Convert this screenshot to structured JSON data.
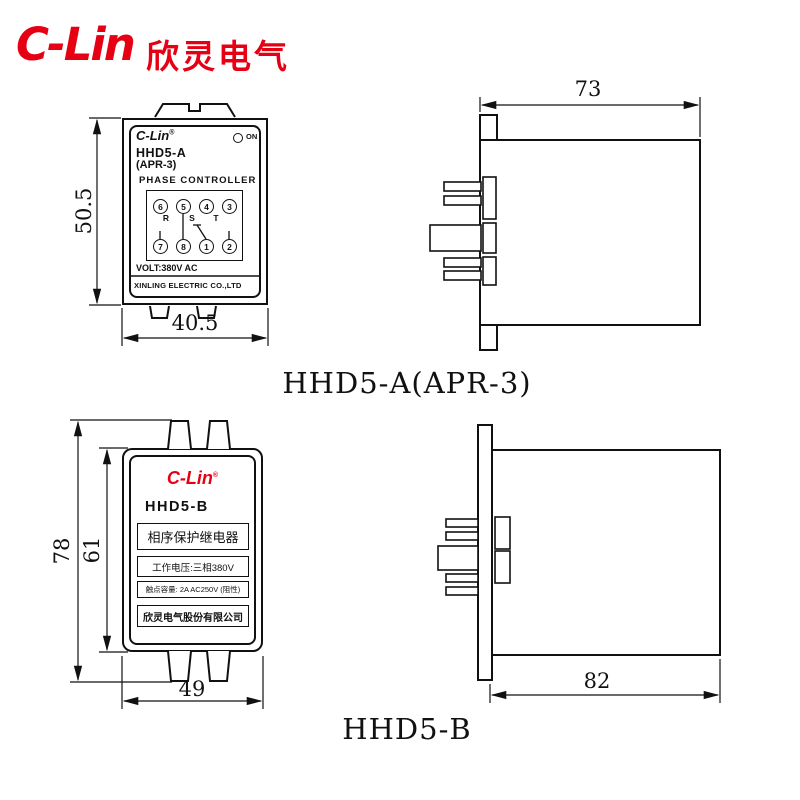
{
  "colors": {
    "brand_red": "#e60013",
    "line": "#111111",
    "background": "#ffffff"
  },
  "brand": {
    "logo_text": "C-Lin",
    "logo_cn": "欣灵电气"
  },
  "product_a": {
    "caption": "HHD5-A(APR-3)",
    "dims": {
      "height": "50.5",
      "width": "40.5",
      "depth": "73"
    },
    "front": {
      "logo": "C-Lin",
      "logo_reg": "®",
      "on_label": "ON",
      "model": "HHD5-A",
      "model_alt": "(APR-3)",
      "subtitle": "PHASE  CONTROLLER",
      "pins_top": [
        "6",
        "5",
        "4",
        "3"
      ],
      "pin_letters": [
        "R",
        "S",
        "T"
      ],
      "pins_bottom": [
        "7",
        "8",
        "1",
        "2"
      ],
      "voltage": "VOLT:380V AC",
      "company": "XINLING ELECTRIC CO.,LTD"
    }
  },
  "product_b": {
    "caption": "HHD5-B",
    "dims": {
      "outer_height": "78",
      "inner_height": "61",
      "width": "49",
      "depth": "82"
    },
    "front": {
      "logo": "C-Lin",
      "logo_reg": "®",
      "model": "HHD5-B",
      "product_name": "相序保护继电器",
      "spec_voltage": "工作电压:三相380V",
      "spec_contact": "触点容量: 2A AC250V (阻性)",
      "company": "欣灵电气股份有限公司"
    }
  }
}
